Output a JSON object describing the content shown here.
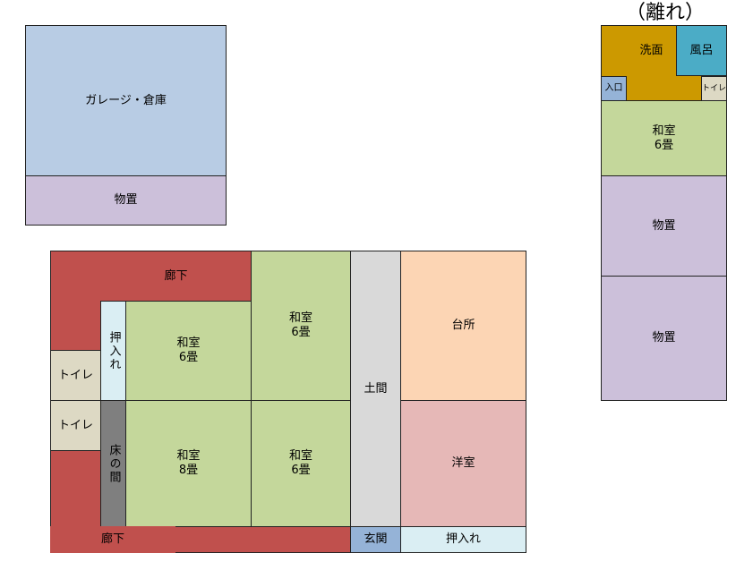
{
  "annex": {
    "title": "（離れ）",
    "senmen": "洗面",
    "furo": "風呂",
    "iriguchi": "入口",
    "toilet": "トイレ",
    "washitsu": "和室\n6畳",
    "monooki_1": "物置",
    "monooki_2": "物置"
  },
  "garage": {
    "garage_storage": "ガレージ・倉庫",
    "monooki": "物置"
  },
  "main_house": {
    "rouka_top": "廊下",
    "rouka_bottom": "廊下",
    "oshiire_vertical": "押入れ",
    "washitsu_6_left": "和室\n6畳",
    "washitsu_6_top_right": "和室\n6畳",
    "washitsu_8": "和室\n8畳",
    "washitsu_6_bottom_right": "和室\n6畳",
    "toilet_1": "トイレ",
    "toilet_2": "トイレ",
    "tokonoma": "床の間",
    "doma": "土間",
    "daidokoro": "台所",
    "youshitsu": "洋室",
    "genkan": "玄関",
    "oshiire_bottom": "押入れ"
  },
  "colors": {
    "garage": "#b8cce4",
    "storage": "#ccc0da",
    "corridor": "#c0504d",
    "washitsu": "#c4d79b",
    "closet": "#daeef3",
    "toilet": "#ddd9c4",
    "tokonoma": "#7f7f7f",
    "doma": "#d9d9d9",
    "kitchen": "#fcd5b4",
    "western": "#e6b8b7",
    "entrance": "#95b3d7",
    "washroom": "#cc9900",
    "bath": "#4bacc6"
  }
}
